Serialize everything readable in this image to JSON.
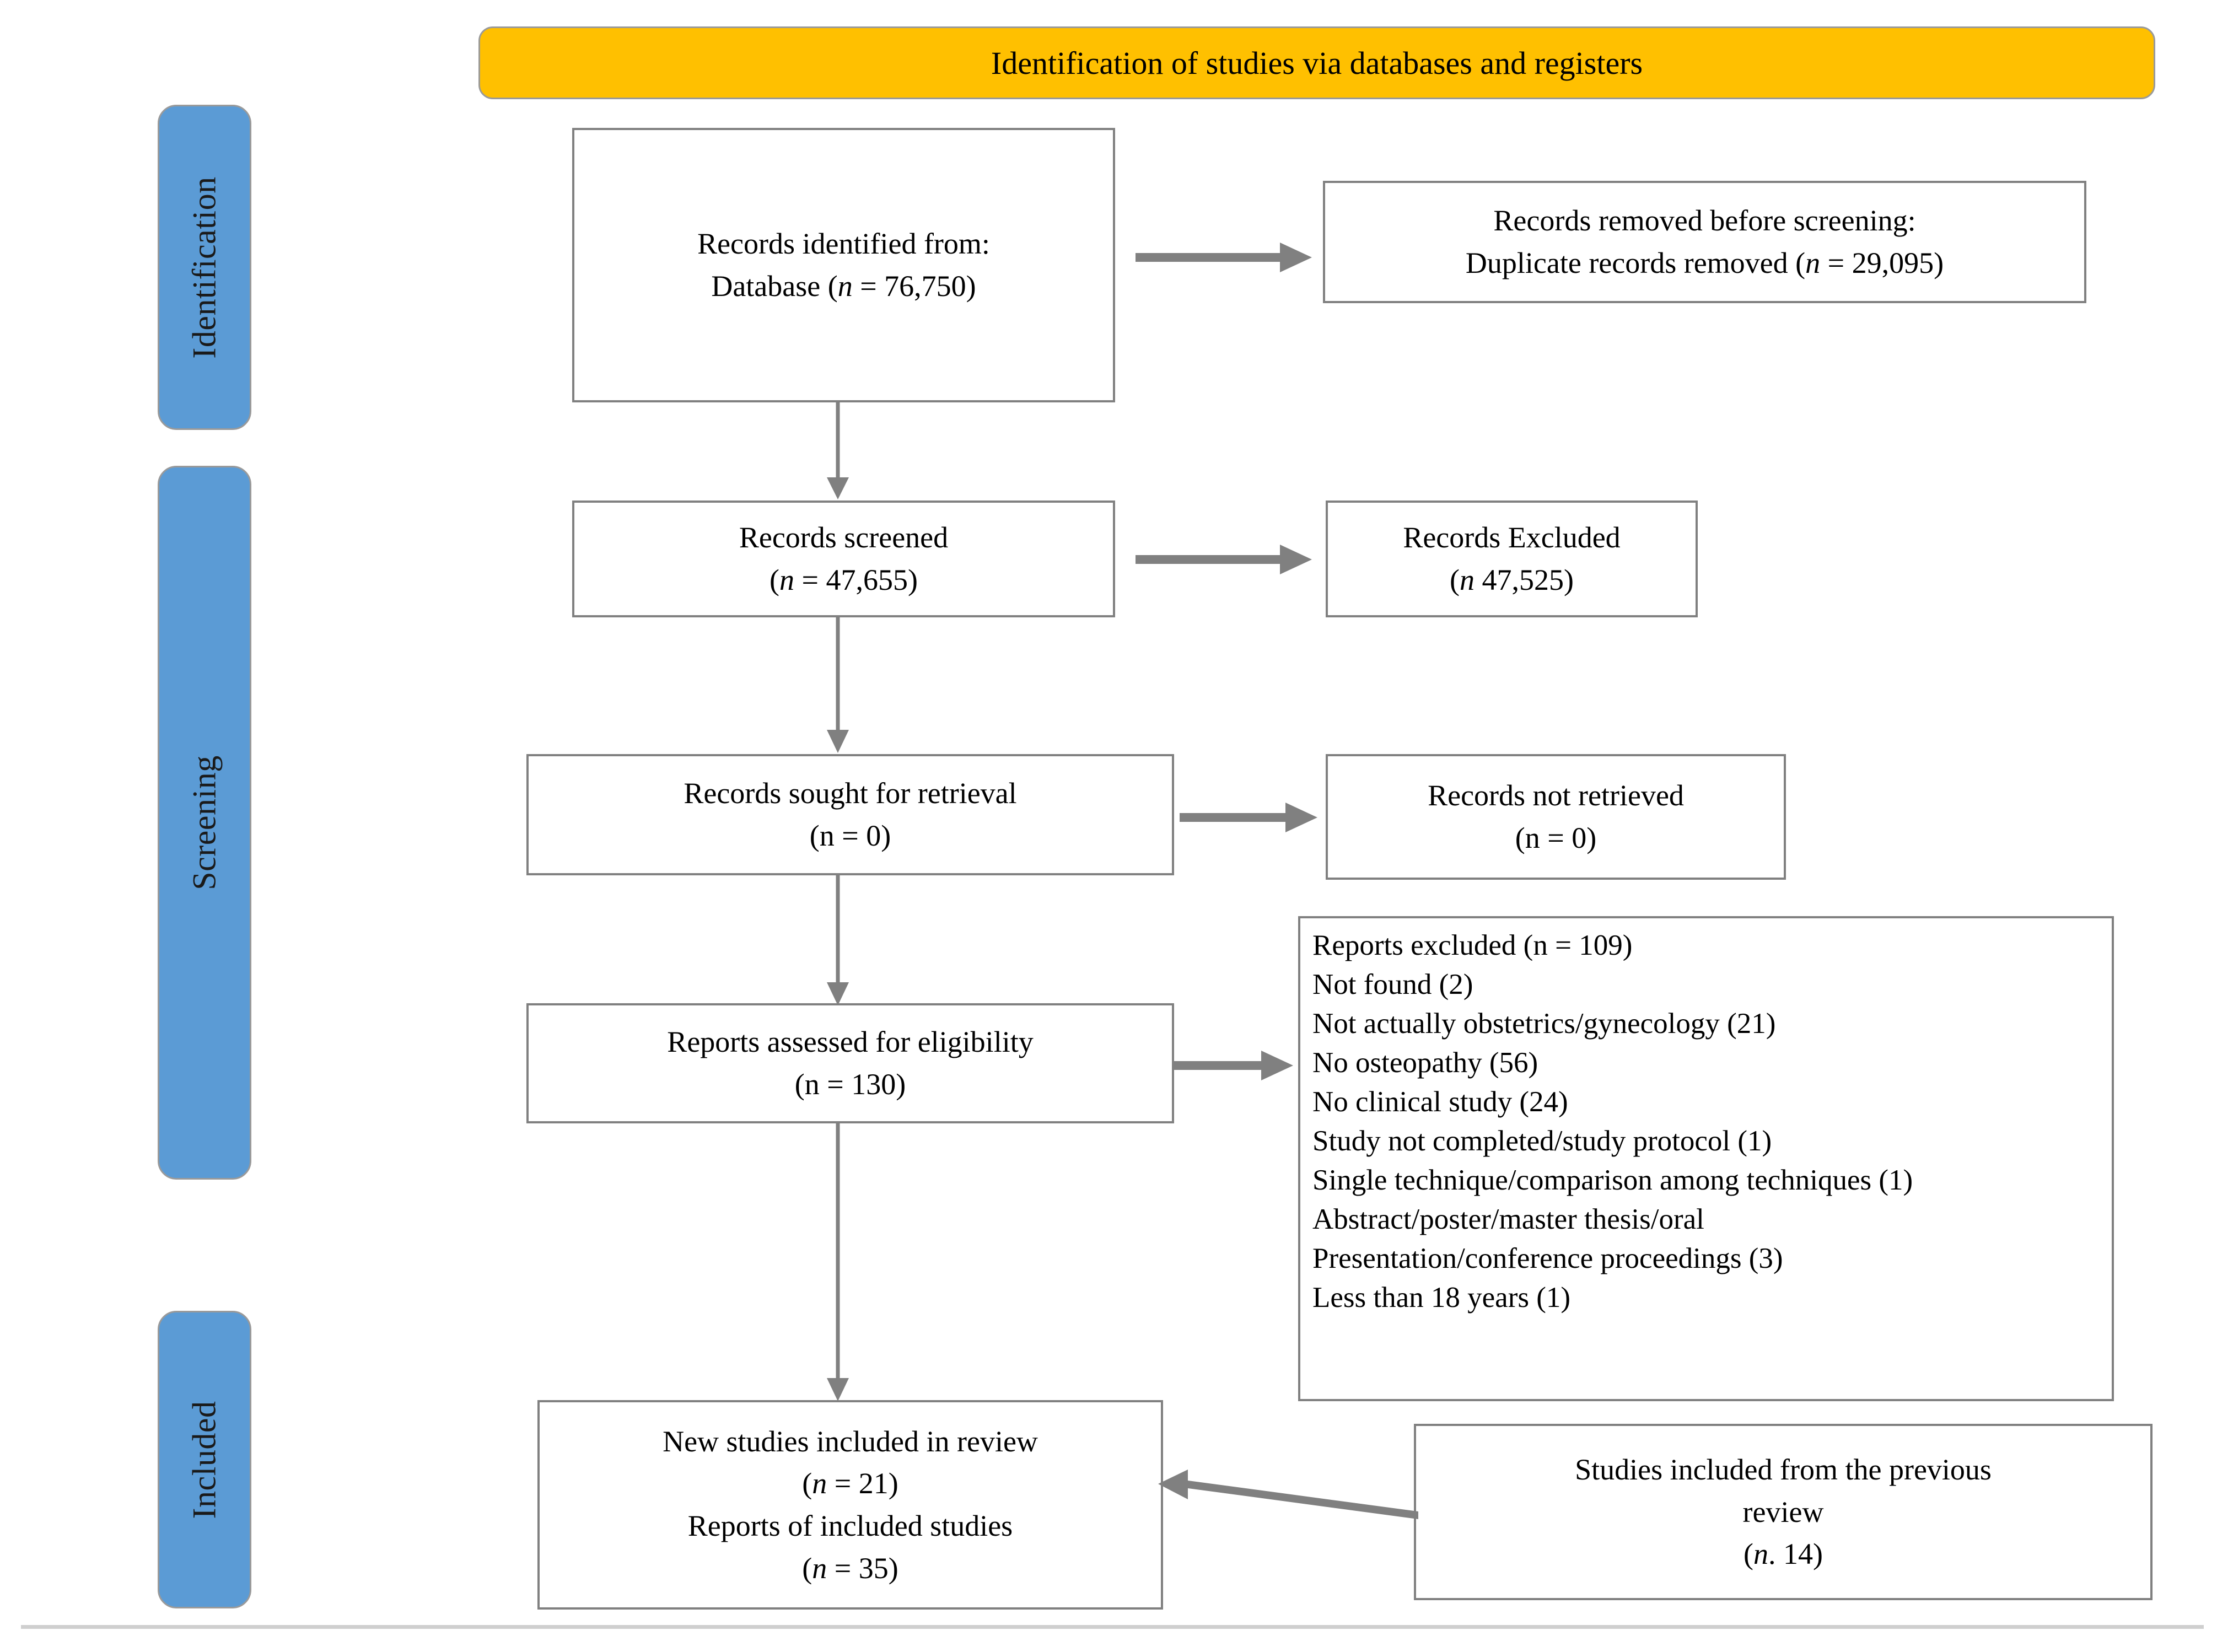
{
  "header": {
    "title": "Identification of studies via databases and registers",
    "color": "#FFC000"
  },
  "stages": {
    "color": "#5B9BD5",
    "items": [
      {
        "label": "Identification"
      },
      {
        "label": "Screening"
      },
      {
        "label": "Included"
      }
    ]
  },
  "nodes": {
    "identified": {
      "line1": "Records identified from:",
      "line2_prefix": "Database (",
      "line2_n": "n",
      "line2_suffix": " = 76,750)"
    },
    "removed": {
      "line1": "Records removed before screening:",
      "line2_prefix": "Duplicate records removed (",
      "line2_n": "n",
      "line2_suffix": " = 29,095)"
    },
    "screened": {
      "line1": "Records screened",
      "line2_prefix": "(",
      "line2_n": "n",
      "line2_suffix": " =  47,655)"
    },
    "excluded": {
      "line1": "Records Excluded",
      "line2_prefix": "(",
      "line2_n": "n",
      "line2_suffix": " 47,525)"
    },
    "sought": {
      "line1": "Records sought for retrieval",
      "line2": "(n = 0)"
    },
    "not_retrieved": {
      "line1": "Records not retrieved",
      "line2": "(n = 0)"
    },
    "assessed": {
      "line1": "Reports assessed for eligibility",
      "line2": "(n = 130)"
    },
    "reports_excluded": {
      "lines": [
        "Reports excluded (n = 109)",
        "Not found (2)",
        "Not actually obstetrics/gynecology (21)",
        "No osteopathy (56)",
        "No clinical study (24)",
        "Study not completed/study protocol (1)",
        "Single technique/comparison among techniques (1)",
        "Abstract/poster/master thesis/oral",
        "Presentation/conference proceedings (3)",
        "Less than 18 years (1)"
      ]
    },
    "included_new": {
      "line1": "New studies included in review",
      "line2_prefix": "(",
      "line2_n": "n",
      "line2_suffix": " = 21)",
      "line3": "Reports of included studies",
      "line4_prefix": "(",
      "line4_n": "n",
      "line4_suffix": " = 35)"
    },
    "previous_review": {
      "line1": "Studies included from the previous",
      "line2": "review",
      "line3_prefix": "(",
      "line3_n": "n",
      "line3_suffix": ". 14)"
    }
  },
  "connectors": {
    "color": "#808080"
  }
}
